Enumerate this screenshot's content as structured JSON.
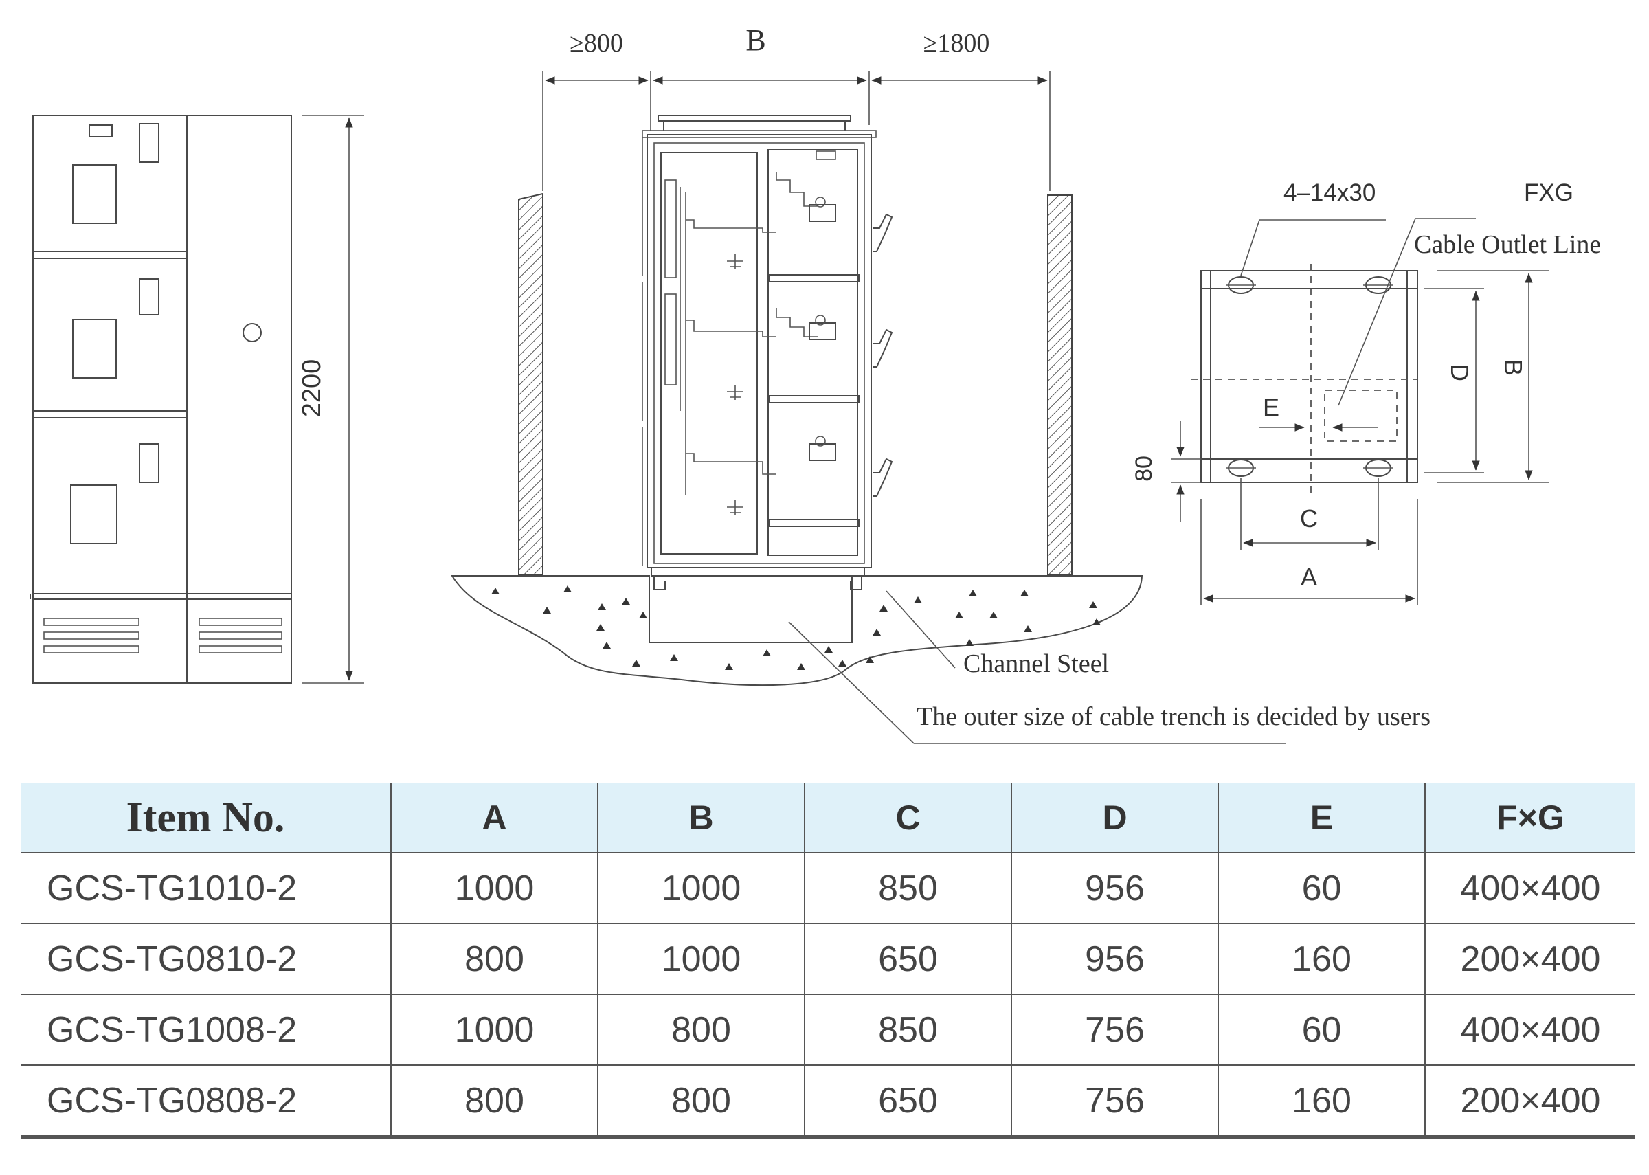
{
  "side_view": {
    "height_label": "2200"
  },
  "front_view": {
    "clearance_left": "≥800",
    "width_label": "B",
    "clearance_right": "≥1800",
    "channel_steel_label": "Channel Steel",
    "trench_note": "The outer size of cable trench is decided by users"
  },
  "plan_view": {
    "holes_label": "4–14x30",
    "opening_label": "FXG",
    "cable_outlet_label": "Cable Outlet Line",
    "dim_a": "A",
    "dim_b": "B",
    "dim_c": "C",
    "dim_d": "D",
    "dim_e": "E",
    "dim_80": "80"
  },
  "table": {
    "headers": [
      "Item No.",
      "A",
      "B",
      "C",
      "D",
      "E",
      "F×G"
    ],
    "rows": [
      [
        "GCS-TG1010-2",
        "1000",
        "1000",
        "850",
        "956",
        "60",
        "400×400"
      ],
      [
        "GCS-TG0810-2",
        "800",
        "1000",
        "650",
        "956",
        "160",
        "200×400"
      ],
      [
        "GCS-TG1008-2",
        "1000",
        "800",
        "850",
        "756",
        "60",
        "400×400"
      ],
      [
        "GCS-TG0808-2",
        "800",
        "800",
        "650",
        "756",
        "160",
        "200×400"
      ]
    ]
  }
}
